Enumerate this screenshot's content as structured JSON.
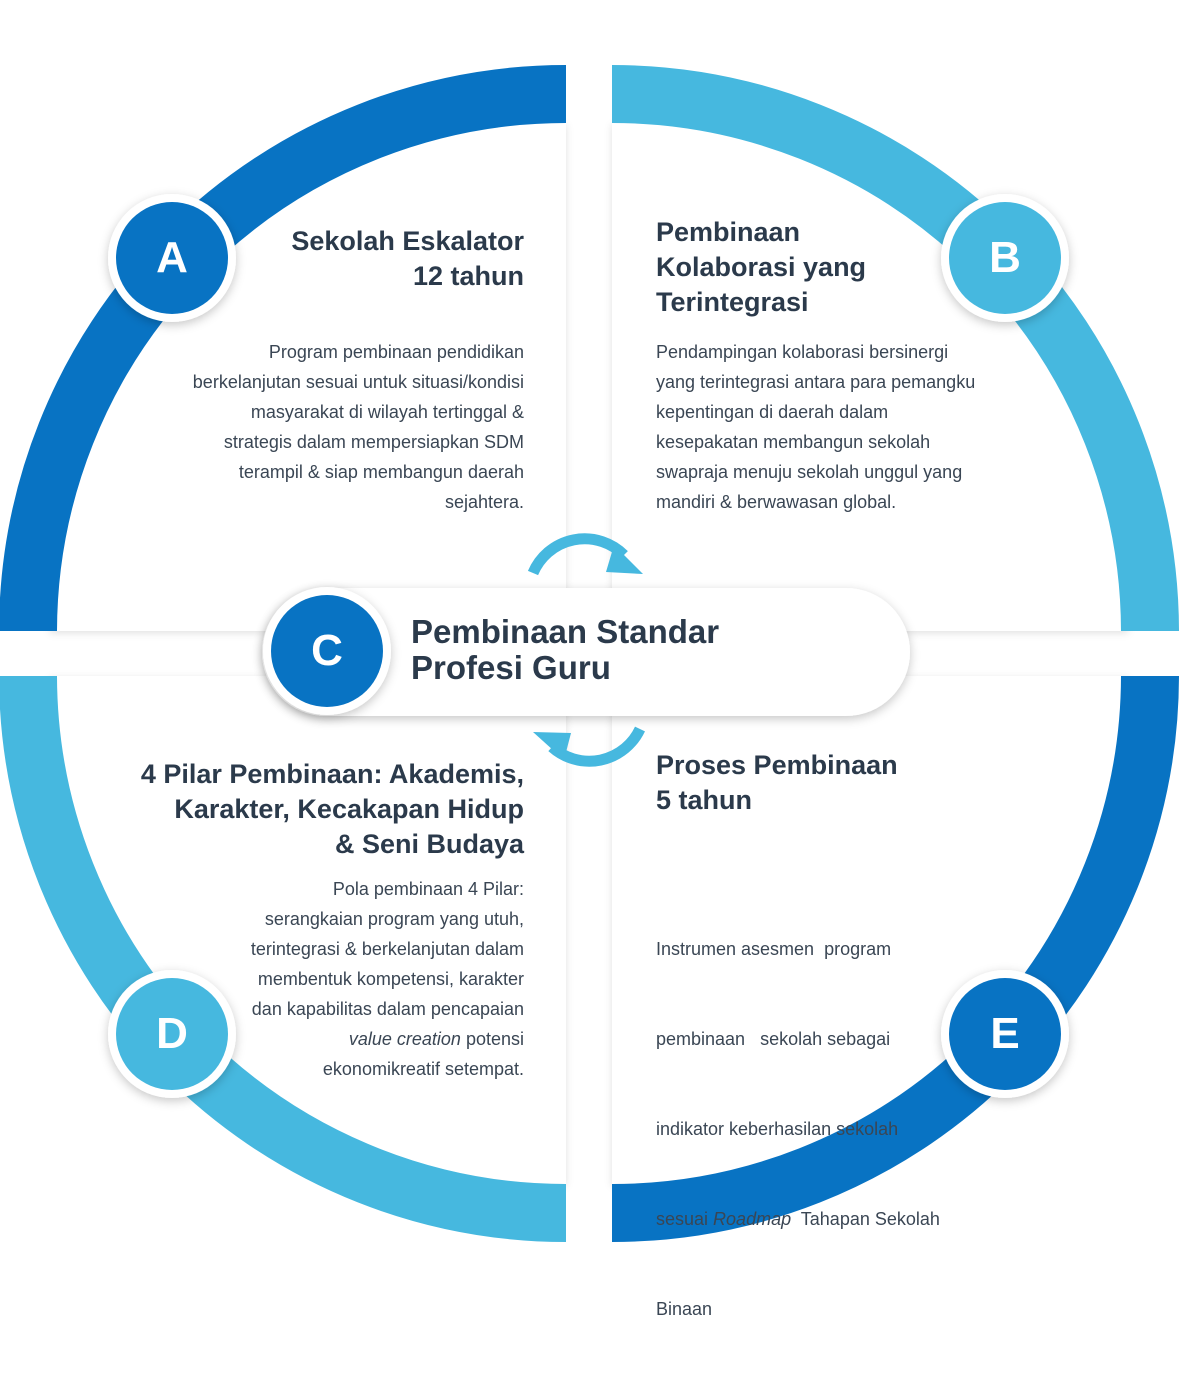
{
  "colors": {
    "dark_blue": "#0873c3",
    "light_blue": "#46b8df",
    "text": "#2b3a4b",
    "card": "#ffffff"
  },
  "quadrants": [
    {
      "letter": "A",
      "title_lines": [
        "Sekolah Eskalator",
        "12 tahun"
      ],
      "body_lines": [
        "Program pembinaan pendidikan",
        "berkelanjutan sesuai untuk situasi/kondisi",
        "masyarakat di wilayah tertinggal &",
        "strategis dalam mempersiapkan SDM",
        "terampil & siap membangun daerah",
        "sejahtera."
      ]
    },
    {
      "letter": "B",
      "title_lines": [
        "Pembinaan",
        "Kolaborasi yang",
        "Terintegrasi"
      ],
      "body_lines": [
        "Pendampingan kolaborasi bersinergi",
        "yang terintegrasi antara para pemangku",
        "kepentingan di daerah dalam",
        "kesepakatan membangun sekolah",
        "swapraja menuju sekolah unggul yang",
        "mandiri & berwawasan global."
      ]
    },
    {
      "letter": "D",
      "title_lines": [
        "4 Pilar Pembinaan: Akademis,",
        "Karakter, Kecakapan Hidup",
        "& Seni Budaya"
      ],
      "body_lines": [
        "Pola pembinaan 4 Pilar:",
        "serangkaian program yang utuh,",
        "terintegrasi & berkelanjutan dalam",
        "membentuk kompetensi, karakter",
        "dan kapabilitas dalam pencapaian",
        "potensi",
        "ekonomikreatif setempat."
      ],
      "body_italic": "value creation"
    },
    {
      "letter": "E",
      "title_lines": [
        "Proses Pembinaan",
        "5 tahun"
      ],
      "body_lines": [
        "Instrumen asesmen  program",
        "pembinaan   sekolah sebagai",
        "indikator keberhasilan sekolah",
        "sesuai",
        "Tahapan Sekolah",
        "Binaan"
      ],
      "body_italic": "Roadmap"
    }
  ],
  "center": {
    "letter": "C",
    "title_lines": [
      "Pembinaan Standar",
      "Profesi Guru"
    ]
  }
}
